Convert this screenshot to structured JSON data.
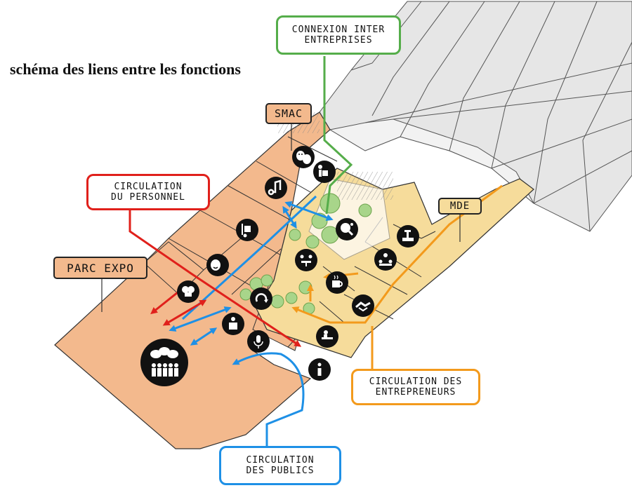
{
  "title": "schéma des liens entre les fonctions",
  "zones": {
    "smac": "SMAC",
    "parc_expo": "PARC EXPO",
    "mde": "MDE"
  },
  "legend": {
    "connexion_inter_entreprises": [
      "CONNEXION INTER",
      "ENTREPRISES"
    ],
    "circulation_personnel": [
      "CIRCULATION",
      "DU PERSONNEL"
    ],
    "circulation_entrepreneurs": [
      "CIRCULATION DES",
      "ENTREPRENEURS"
    ],
    "circulation_publics": [
      "CIRCULATION",
      "DES PUBLICS"
    ]
  },
  "colors": {
    "personnel": "#e0201b",
    "publics": "#1e90e6",
    "entrepreneurs": "#f39a1c",
    "inter_entreprises": "#55ad4a",
    "orange_zone": "#f3b98d",
    "yellow_zone": "#f6dc9b",
    "building_grey": "#e6e6e6"
  },
  "icons": [
    "theater-masks-icon",
    "delivery-worker-icon",
    "music-note-icon",
    "hand-truck-icon",
    "theater-masks-icon",
    "chef-hat-icon",
    "speaker-lectern-icon",
    "microphone-icon",
    "crowd-assembly-icon",
    "info-icon",
    "meeting-table-icon",
    "coffee-cup-icon",
    "handshake-icon",
    "desk-worker-icon",
    "workbench-icon",
    "team-presentation-icon",
    "ping-pong-icon",
    "recycle-icon"
  ]
}
